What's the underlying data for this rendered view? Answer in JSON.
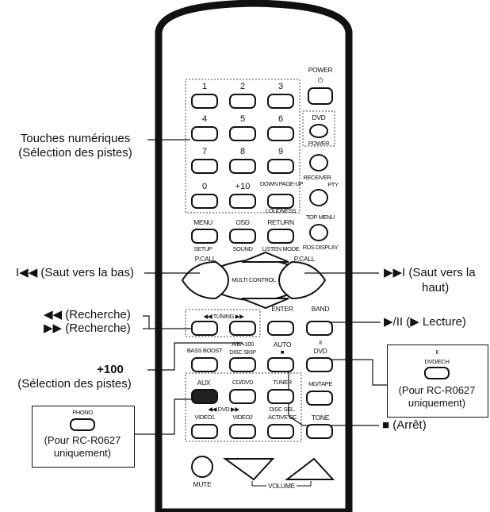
{
  "remote": {
    "power": "POWER",
    "power_symbol": "⏻",
    "dvd_power_top": "DVD",
    "dvd_power_bottom": "POWER",
    "receiver": "RECEIVER",
    "pty": "PTY",
    "keys": [
      "1",
      "2",
      "3",
      "4",
      "5",
      "6",
      "7",
      "8",
      "9",
      "0",
      "+10"
    ],
    "down_page_up": "DOWN PAGE-UP",
    "loudness": "LOUDNESS",
    "return": "RETURN",
    "listen_mode": "LISTEN MODE",
    "top_menu": "TOP MENU",
    "rds_display": "RDS DISPLAY",
    "menu": "MENU",
    "setup": "SETUP",
    "osd": "OSD",
    "sound": "SOUND",
    "pcall_left": "P.CALL",
    "pcall_right": "P.CALL",
    "multi_control": "MULTI CONTROL",
    "tuning": "◀◀  TUNING  ▶▶",
    "enter": "ENTER",
    "band": "BAND",
    "bass_boost": "BASS BOOST",
    "ab_100": "A/B/+100",
    "disc_skip": "DISC SKIP",
    "auto": "AUTO",
    "stop_symbol": "■",
    "pause_symbol": "II",
    "dvd_label": "DVD",
    "aux": "AUX",
    "cd_dvd": "CD/DVD",
    "tuner": "TUNER",
    "md_tape": "MD/TAPE",
    "dvd_nav": "◀◀  DVD  ▶▶",
    "video1": "VIDEO1",
    "video2": "VIDEO2",
    "disc_sel": "DISC SEL.",
    "active_ec": "ACTIVE EC",
    "tone": "TONE",
    "mute": "MUTE",
    "volume": "VOLUME"
  },
  "annotations": {
    "numeric_1": "Touches numériques",
    "numeric_2": "(Sélection des pistes)",
    "skip_down": "I◀◀ (Saut vers la bas)",
    "skip_up_1": "▶▶I (Saut vers la",
    "skip_up_2": "haut)",
    "search_1": "◀◀ (Recherche)",
    "search_2": "▶▶ (Recherche)",
    "play": "▶/II (▶ Lecture)",
    "plus100": "+100",
    "plus100_sub": "(Sélection des pistes)",
    "phono_label": "PHONO",
    "phono_note_1": "(Pour RC-R0627",
    "phono_note_2": "uniquement)",
    "dvdnav_top": "II",
    "dvdnav_label": "DVD/ECH",
    "dvdnav_note_1": "(Pour RC-R0627",
    "dvdnav_note_2": "uniquement)",
    "stop": "■ (Arrêt)"
  }
}
